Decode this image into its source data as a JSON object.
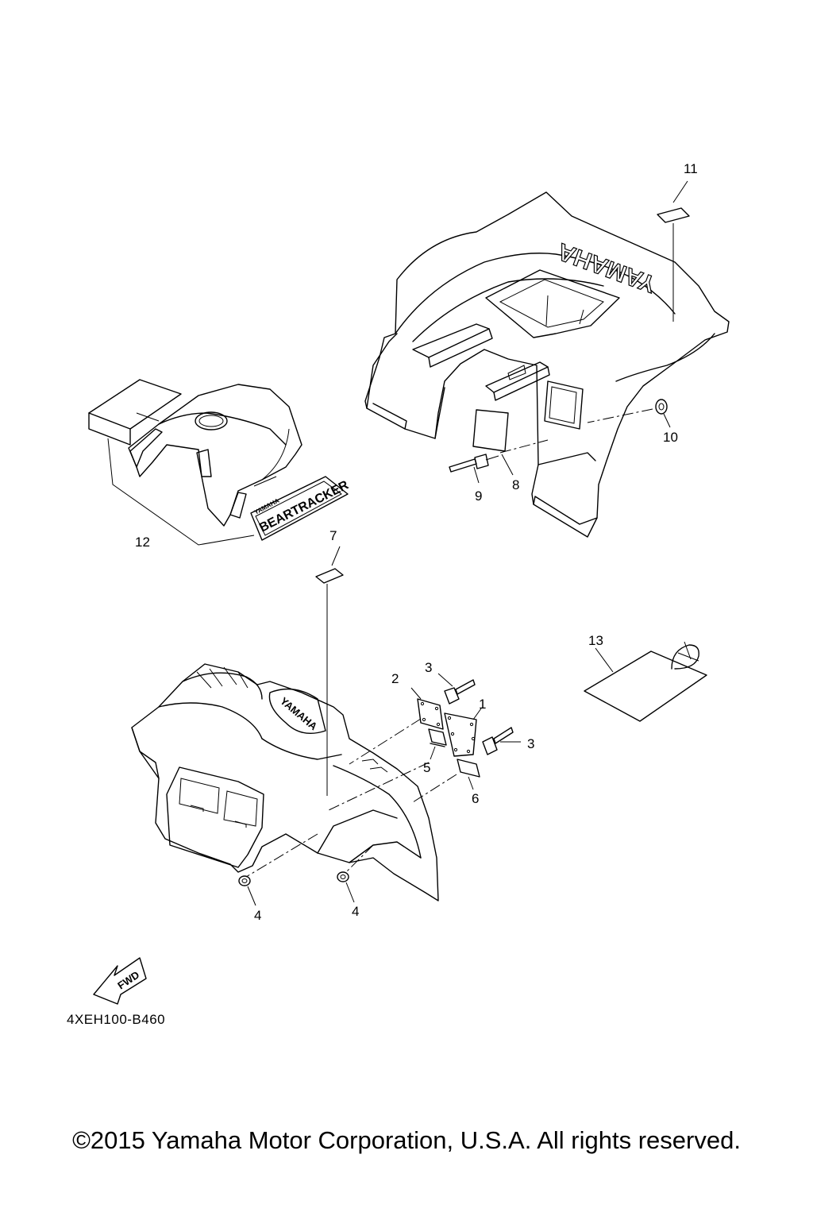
{
  "callouts": {
    "c1": "1",
    "c2": "2",
    "c3a": "3",
    "c3b": "3",
    "c4a": "4",
    "c4b": "4",
    "c5": "5",
    "c6": "6",
    "c7": "7",
    "c8": "8",
    "c9": "9",
    "c10": "10",
    "c11": "11",
    "c12": "12",
    "c13": "13"
  },
  "decals": {
    "rear_fender_brand": "YAMAHA",
    "front_fender_brand": "YAMAHA",
    "tank_decal_small": "YAMAHA",
    "tank_decal_main": "BEARTRACKER"
  },
  "fwd_label": "FWD",
  "diagram_code": "4XEH100-B460",
  "copyright": "©2015 Yamaha Motor Corporation, U.S.A. All rights reserved."
}
